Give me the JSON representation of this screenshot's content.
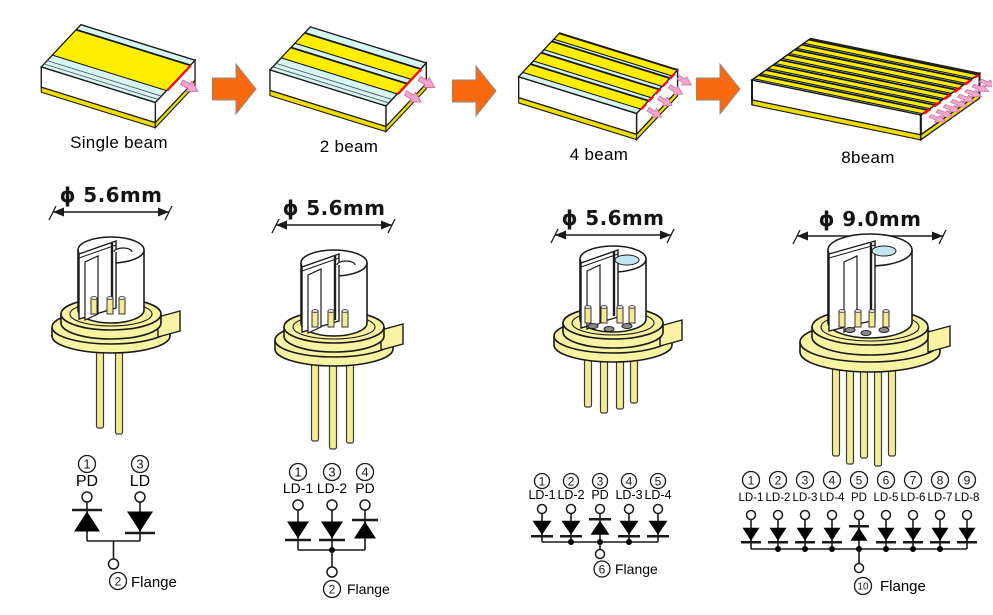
{
  "process_steps": [
    {
      "label": "Single beam",
      "beams": 1
    },
    {
      "label": "2 beam",
      "beams": 2
    },
    {
      "label": "4 beam",
      "beams": 4
    },
    {
      "label": "8beam",
      "beams": 8
    }
  ],
  "packages": [
    {
      "diameter": "ϕ 5.6mm",
      "leads": 2,
      "lens": false
    },
    {
      "diameter": "ϕ 5.6mm",
      "leads": 3,
      "lens": false
    },
    {
      "diameter": "ϕ 5.6mm",
      "leads": 4,
      "lens": true
    },
    {
      "diameter": "ϕ 9.0mm",
      "leads": 5,
      "lens": true
    }
  ],
  "circuits": [
    {
      "pins": [
        {
          "num": "1",
          "label": "PD",
          "type": "pd"
        },
        {
          "num": "3",
          "label": "LD",
          "type": "ld"
        }
      ],
      "flange": {
        "num": "2",
        "label": "Flange"
      }
    },
    {
      "pins": [
        {
          "num": "1",
          "label": "LD-1",
          "type": "ld"
        },
        {
          "num": "3",
          "label": "LD-2",
          "type": "ld"
        },
        {
          "num": "4",
          "label": "PD",
          "type": "pd"
        }
      ],
      "flange": {
        "num": "2",
        "label": "Flange"
      }
    },
    {
      "pins": [
        {
          "num": "1",
          "label": "LD-1",
          "type": "ld"
        },
        {
          "num": "2",
          "label": "LD-2",
          "type": "ld"
        },
        {
          "num": "3",
          "label": "PD",
          "type": "pd"
        },
        {
          "num": "4",
          "label": "LD-3",
          "type": "ld"
        },
        {
          "num": "5",
          "label": "LD-4",
          "type": "ld"
        }
      ],
      "flange": {
        "num": "6",
        "label": "Flange"
      }
    },
    {
      "pins": [
        {
          "num": "1",
          "label": "LD-1",
          "type": "ld"
        },
        {
          "num": "2",
          "label": "LD-2",
          "type": "ld"
        },
        {
          "num": "3",
          "label": "LD-3",
          "type": "ld"
        },
        {
          "num": "4",
          "label": "LD-4",
          "type": "ld"
        },
        {
          "num": "5",
          "label": "PD",
          "type": "pd"
        },
        {
          "num": "6",
          "label": "LD-5",
          "type": "ld"
        },
        {
          "num": "7",
          "label": "LD-6",
          "type": "ld"
        },
        {
          "num": "8",
          "label": "LD-7",
          "type": "ld"
        },
        {
          "num": "9",
          "label": "LD-8",
          "type": "ld"
        }
      ],
      "flange": {
        "num": "10",
        "label": "Flange"
      }
    }
  ],
  "colors": {
    "arrow_orange": "#F8690F",
    "arrow_orange_edge": "#8a8a8a",
    "chip_yellow": "#FFEE00",
    "chip_yellow_base": "#EFDD00",
    "chip_cyan": "#D5F6F3",
    "beam_pink": "#F2A6CB",
    "beam_pink_dark": "#C9679B",
    "facet_red": "#FF0000",
    "package_yellow": "#F8F3A2",
    "lead_yellow": "#F4EC95",
    "lens_blue": "#C2E6F2",
    "line": "#1a1a1a"
  }
}
